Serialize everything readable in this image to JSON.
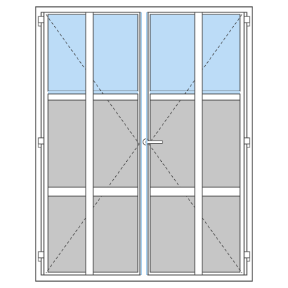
{
  "diagram": {
    "type": "double-door-elevation",
    "opening": "outward",
    "leaves": [
      {
        "name": "left-leaf",
        "hinge_side": "left",
        "hinges": 3,
        "panes": [
          {
            "row": "top",
            "col": 1,
            "fill": "glass"
          },
          {
            "row": "top",
            "col": 2,
            "fill": "glass"
          },
          {
            "row": "middle",
            "col": 1,
            "fill": "panel"
          },
          {
            "row": "middle",
            "col": 2,
            "fill": "panel"
          },
          {
            "row": "bottom",
            "col": 1,
            "fill": "panel"
          },
          {
            "row": "bottom",
            "col": 2,
            "fill": "panel"
          }
        ]
      },
      {
        "name": "right-leaf",
        "hinge_side": "right",
        "hinges": 3,
        "handle": true,
        "panes": [
          {
            "row": "top",
            "col": 1,
            "fill": "glass"
          },
          {
            "row": "top",
            "col": 2,
            "fill": "glass"
          },
          {
            "row": "middle",
            "col": 1,
            "fill": "panel"
          },
          {
            "row": "middle",
            "col": 2,
            "fill": "panel"
          },
          {
            "row": "bottom",
            "col": 1,
            "fill": "panel"
          },
          {
            "row": "bottom",
            "col": 2,
            "fill": "panel"
          }
        ]
      }
    ]
  },
  "colors": {
    "stroke": "#3a3a3a",
    "frame": "#ffffff",
    "glass": "#bcdcf7",
    "panel": "#c6c6c6",
    "seal": "#a8d0f0",
    "background": "#ffffff"
  }
}
